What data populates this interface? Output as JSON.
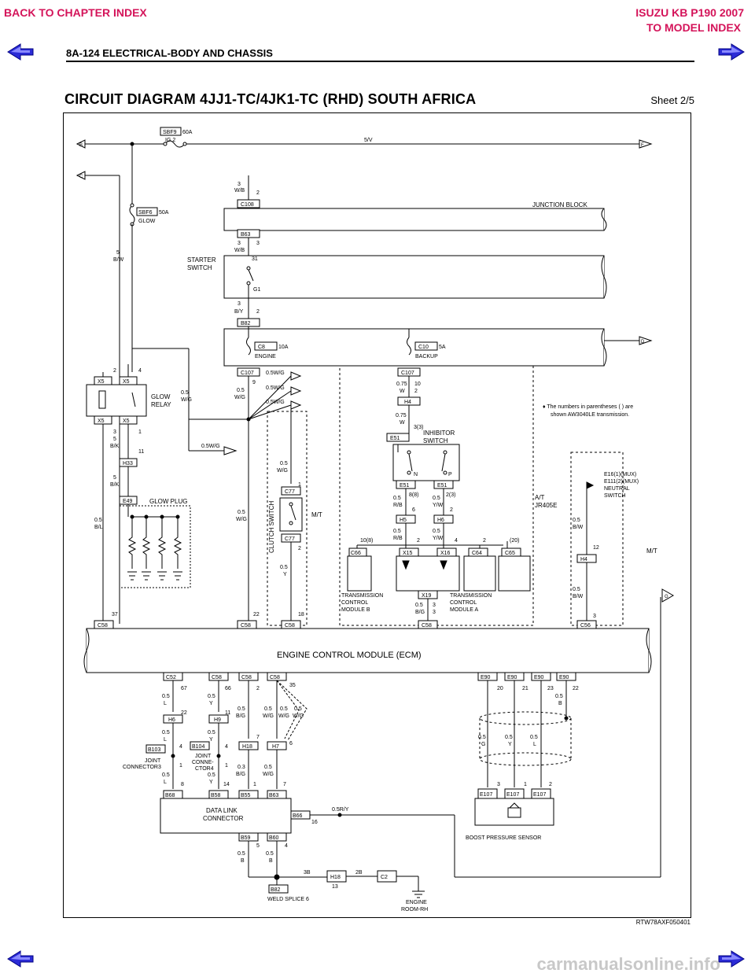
{
  "nav": {
    "back_chapter": "BACK TO CHAPTER INDEX",
    "model_line1": "ISUZU KB P190 2007",
    "model_line2": "TO MODEL INDEX"
  },
  "header": {
    "section": "8A-124  ELECTRICAL-BODY AND CHASSIS"
  },
  "title": "CIRCUIT DIAGRAM 4JJ1-TC/4JK1-TC (RHD) SOUTH AFRICA",
  "sheet": "Sheet 2/5",
  "diagram": {
    "fuses": {
      "sbf": "SBF9",
      "sbf_rating": "60A",
      "sbf_name": "IG 2",
      "sbf6": "SBF6",
      "sbf6_rating": "50A",
      "sbf6_name": "GLOW",
      "c8": "C8",
      "c8_rating": "10A",
      "c8_name": "ENGINE",
      "c10": "C10",
      "c10_rating": "5A",
      "c10_name": "BACKUP"
    },
    "blocks": {
      "junction": "JUNCTION BLOCK",
      "starter": "STARTER",
      "starter2": "SWITCH",
      "ecm": "ENGINE CONTROL MODULE (ECM)",
      "glow_relay1": "GLOW",
      "glow_relay2": "RELAY",
      "glow_plug": "GLOW PLUG",
      "inhibitor1": "INHIBITOR",
      "inhibitor2": "SWITCH",
      "clutch": "CLUTCH SWITCH",
      "mt": "M/T",
      "mt2": "M/T",
      "at1": "A/T",
      "at2": "JR405E",
      "tcm_b1": "TRANSMISSION",
      "tcm_b2": "CONTROL",
      "tcm_b3": "MODULE B",
      "tcm_a1": "TRANSMISSION",
      "tcm_a2": "CONTROL",
      "tcm_a3": "MODULE A",
      "dlc1": "DATA LINK",
      "dlc2": "CONNECTOR",
      "boost": "BOOST PRESSURE SENSOR",
      "joint1": "JOINT",
      "joint1b": "CONNECTOR3",
      "joint2": "JOINT",
      "joint2b": "CONNE-",
      "joint2c": "CTOR4",
      "weld": "WELD SPLICE 6",
      "eng1": "ENGINE",
      "eng2": "ROOM-RH",
      "neutral1": "E16(1)(MUX)",
      "neutral2": "E111(2)(MUX)",
      "neutral3": "NEUTRAL",
      "neutral4": "SWITCH"
    },
    "note1": "♦ The numbers in parentheses ( ) are",
    "note2": "shown AW3040LE transmission.",
    "connectors": [
      "C108",
      "B63",
      "B82",
      "C107",
      "C107",
      "H4",
      "E51",
      "E51",
      "E51",
      "H5",
      "H6",
      "X15",
      "X16",
      "X19",
      "C66",
      "C64",
      "C65",
      "C77",
      "C77",
      "H33",
      "E49",
      "X5",
      "X5",
      "X5",
      "X5",
      "C58",
      "C58",
      "C58",
      "C58",
      "C58",
      "C56",
      "H4",
      "E90",
      "E90",
      "E90",
      "E90",
      "C52",
      "C58",
      "C58",
      "C58",
      "H6",
      "H9",
      "H18",
      "H7",
      "B103",
      "B104",
      "B68",
      "B58",
      "B55",
      "B63",
      "B66",
      "B59",
      "B60",
      "E107",
      "E107",
      "E107",
      "H18",
      "C2",
      "B82"
    ],
    "wires": {
      "sv": "5/V",
      "w1": "3",
      "w1c": "W/B",
      "w2": "3",
      "w2c": "W/B",
      "w3": "3",
      "w3c": "B/Y",
      "glow_w": "5",
      "glow_wc": "B/W",
      "r1": "0.5",
      "r1c": "W/G",
      "r2": "0.5",
      "r2c": "W/G",
      "wg": "0.5W/G",
      "wg2": "0.5W/G",
      "wg3": "0.5W/G",
      "wg4": "0.5W/G",
      "bk1": "5",
      "bk1c": "B/K",
      "bk2": "5",
      "bk2c": "B/K",
      "bl": "0.5",
      "blc": "B/L",
      "sry": "0.5R/Y",
      "ig1": "0.5",
      "ig1c": "W/G",
      "ig2": "0.5",
      "ig2c": "W/G",
      "ig3": "0.5",
      "ig3c": "Y",
      "w075": "0.75",
      "w075c": "W",
      "w05w": "0.75",
      "w05wc": "W",
      "rb1": "0.5",
      "rb1c": "R/B",
      "yw1": "0.5",
      "yw1c": "Y/W",
      "rb2": "0.5",
      "rb2c": "R/B",
      "yw2": "0.5",
      "yw2c": "Y/W",
      "bg": "0.5",
      "bgc": "B/G",
      "bw1": "0.5",
      "bw1c": "B/W",
      "bw2": "0.5",
      "bw2c": "B/W",
      "ecm_b1": "0.5",
      "ecm_b1c": "B",
      "ecm_g": "0.5",
      "ecm_gc": "G",
      "ecm_y": "0.5",
      "ecm_yc": "Y",
      "ecm_l": "0.5",
      "ecm_lc": "L",
      "ecm_l2": "0.5",
      "ecm_l2c": "B",
      "d1": "0.5",
      "d1c": "L",
      "d2": "0.5",
      "d2c": "Y",
      "d3": "0.5",
      "d3c": "B/G",
      "d4": "0.5",
      "d4c": "W/G",
      "d5": "0.5",
      "d5c": "W/G",
      "d6": "0.5",
      "d6c": "W/G",
      "l1": "0.5",
      "l1c": "L",
      "l2": "0.5",
      "l2c": "L",
      "y1": "0.5",
      "y1c": "Y",
      "y2": "0.5",
      "y2c": "Y",
      "bg2": "0.3",
      "bg2c": "B/G",
      "wg5": "0.5",
      "wg5c": "W/G",
      "b1": "0.5",
      "b1c": "B",
      "b2": "0.5",
      "b2c": "B",
      "w3b": "3B",
      "w2b": "2B",
      "w13": "13"
    },
    "pins": {
      "p2": "2",
      "p3": "3",
      "p31": "31",
      "pg1": "G1",
      "p2b": "2",
      "p9": "9",
      "p10": "10",
      "p2c": "2",
      "p37": "37",
      "p22": "22",
      "p18": "18",
      "p3b": "3",
      "p5": "5",
      "p4": "4",
      "p1": "1",
      "p3c": "3",
      "p1b": "1",
      "p33": "3(3)",
      "p8": "8(8)",
      "p20": "2(3)",
      "p6": "6",
      "p2d": "2",
      "p10b": "10(8)",
      "p2e": "2",
      "p4b": "4",
      "p2f": "2",
      "p20b": "(20)",
      "p3d": "3",
      "p12": "12",
      "p3e": "3",
      "p67": "67",
      "p66": "66",
      "p2g": "2",
      "p35": "35",
      "p22b": "22",
      "p11": "11",
      "p7": "7",
      "p6b": "6",
      "p4c": "4",
      "p1c": "1",
      "p4d": "4",
      "p1d": "1",
      "p8b": "8",
      "p14": "14",
      "p1e": "1",
      "p7b": "7",
      "p16": "16",
      "p5b": "5",
      "p4e": "4",
      "p20c": "20",
      "p21": "21",
      "p23": "23",
      "p22c": "22",
      "p3f": "3",
      "p1f": "1",
      "p2h": "2",
      "p1g": "1",
      "pN": "N",
      "pP": "P",
      "p11b": "11"
    },
    "terminals": {
      "b": "B",
      "c": "C",
      "f": "F",
      "d": "D",
      "g": "G",
      "e": "E"
    }
  },
  "figure_code": "RTW78AXF050401",
  "footer": "carmanualsonline.info",
  "colors": {
    "nav": "#d4145a",
    "arrow": "#2b2bd6"
  }
}
